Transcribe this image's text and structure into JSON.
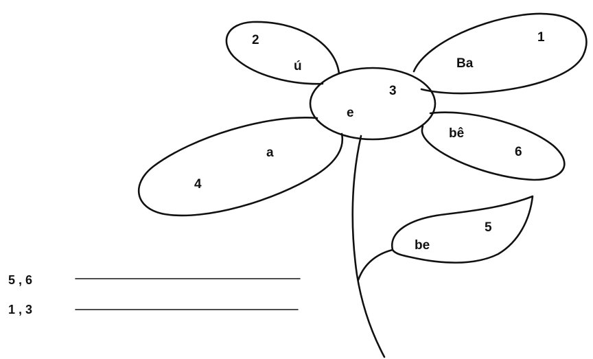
{
  "petals": [
    {
      "number": "1",
      "syllable": "Ba"
    },
    {
      "number": "2",
      "syllable": "ú"
    },
    {
      "number": "3",
      "syllable": "e"
    },
    {
      "number": "4",
      "syllable": "a"
    },
    {
      "number": "5",
      "syllable": "be"
    },
    {
      "number": "6",
      "syllable": "bê"
    }
  ],
  "exercise": [
    {
      "label": "5 , 6"
    },
    {
      "label": "1 , 3"
    }
  ]
}
